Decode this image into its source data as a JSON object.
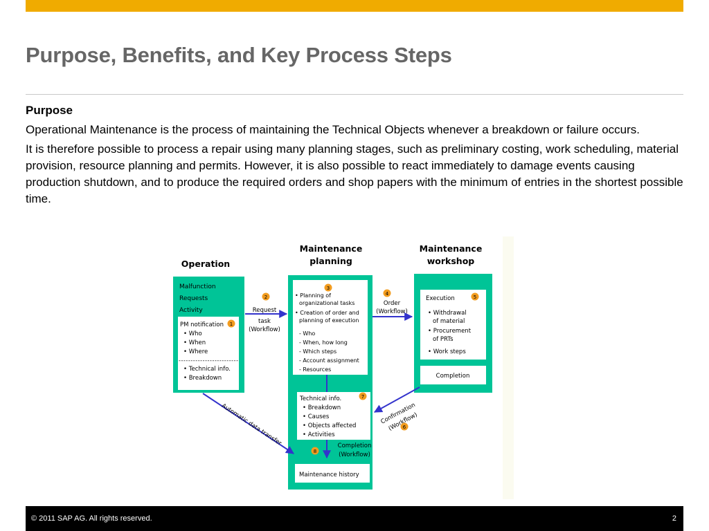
{
  "slide": {
    "title": "Purpose, Benefits, and Key Process Steps",
    "section_heading": "Purpose",
    "paragraphs": [
      "Operational Maintenance is the process of maintaining the Technical Objects whenever a breakdown or failure occurs.",
      "It is therefore possible to process a repair using many planning stages, such as preliminary costing, work scheduling, material provision, resource planning and permits. However, it is also possible to react immediately to damage events causing production shutdown, and to produce the required orders and shop papers with the minimum of entries in the shortest possible time."
    ]
  },
  "diagram": {
    "operation_header": "Operation",
    "planning_header": [
      "Maintenance",
      "planning"
    ],
    "workshop_header": [
      "Maintenance",
      "workshop"
    ],
    "operation_items": [
      "Malfunction",
      "Requests",
      "Activity"
    ],
    "pm_notification": {
      "title": "PM notification",
      "step": "1",
      "bullets": [
        "• Who",
        "• When",
        "• Where"
      ],
      "separator": "-------------------------",
      "extra": [
        "• Technical info.",
        "• Breakdown"
      ]
    },
    "request_label": [
      "Request",
      "task",
      "(Workflow)"
    ],
    "request_step": "2",
    "planning_box": {
      "step": "3",
      "lines": [
        "• Planning of",
        "organizational tasks",
        "• Creation of order and",
        "planning of execution"
      ],
      "list": [
        "- Who",
        "- When, how long",
        "- Which steps",
        "- Account assignment",
        "- Resources"
      ]
    },
    "order_label": [
      "Order",
      "(Workflow)"
    ],
    "order_step": "4",
    "execution": {
      "title": "Execution",
      "step": "5",
      "lines": [
        "• Withdrawal",
        "of material",
        "• Procurement",
        "of PRTs",
        "• Work steps"
      ]
    },
    "completion_label": "Completion",
    "confirmation_label": [
      "Confirmation",
      "(Workflow)"
    ],
    "confirmation_step": "6",
    "tech_info": {
      "title": "Technical info.",
      "step": "7",
      "lines": [
        "• Breakdown",
        "• Causes",
        "• Objects affected",
        "• Activities"
      ]
    },
    "auto_transfer_label": "Automatic data transfer",
    "completion_wf_label": [
      "Completion",
      "(Workflow)"
    ],
    "completion_step": "8",
    "history_label": "Maintenance history",
    "colors": {
      "teal": "#00c497",
      "badge": "#f29c1f",
      "arrow": "#3333cc",
      "header_text": "#000000"
    }
  },
  "footer": {
    "copyright": "©  2011 SAP AG. All rights reserved.",
    "page_number": "2"
  }
}
